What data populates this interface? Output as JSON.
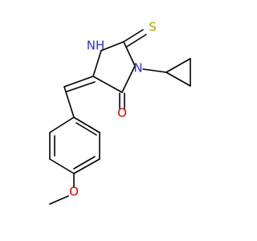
{
  "molecule": {
    "atoms": {
      "nh": {
        "text": "NH",
        "color": "#2f2fd8"
      },
      "n": {
        "text": "N",
        "color": "#2f2fd8"
      },
      "s": {
        "text": "S",
        "color": "#b3a100"
      },
      "o_carbonyl": {
        "text": "O",
        "color": "#e00000"
      },
      "o_ether": {
        "text": "O",
        "color": "#e00000"
      }
    },
    "bond_color": "#000000"
  }
}
